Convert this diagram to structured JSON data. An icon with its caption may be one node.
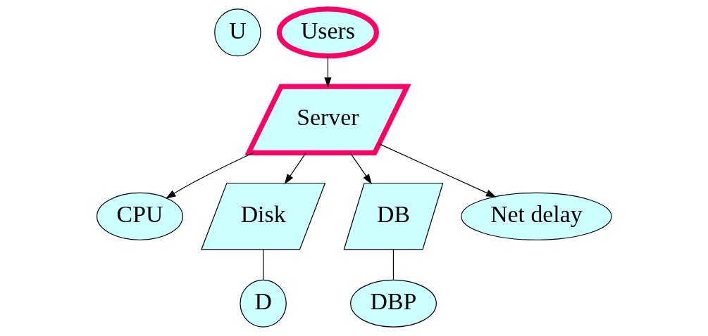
{
  "diagram": {
    "nodes": [
      {
        "text": [
          "U"
        ]
      },
      {
        "text": [
          "Users"
        ]
      },
      {
        "text": [
          "Server"
        ]
      },
      {
        "text": [
          "CPU"
        ]
      },
      {
        "text": [
          "Disk"
        ]
      },
      {
        "text": [
          "DB"
        ]
      },
      {
        "text": [
          "Net delay"
        ]
      },
      {
        "text": [
          "D"
        ]
      },
      {
        "text": [
          "DBP"
        ]
      }
    ],
    "edges": [
      {
        "from": 1,
        "to": 2,
        "arrow": "to"
      },
      {
        "from": 2,
        "to": 3,
        "arrow": "to"
      },
      {
        "from": 2,
        "to": 4,
        "arrow": "to"
      },
      {
        "from": 2,
        "to": 5,
        "arrow": "to"
      },
      {
        "from": 2,
        "to": 6,
        "arrow": "to"
      },
      {
        "from": 4,
        "to": 7,
        "arrow": "none"
      },
      {
        "from": 5,
        "to": 8,
        "arrow": "none"
      }
    ]
  }
}
